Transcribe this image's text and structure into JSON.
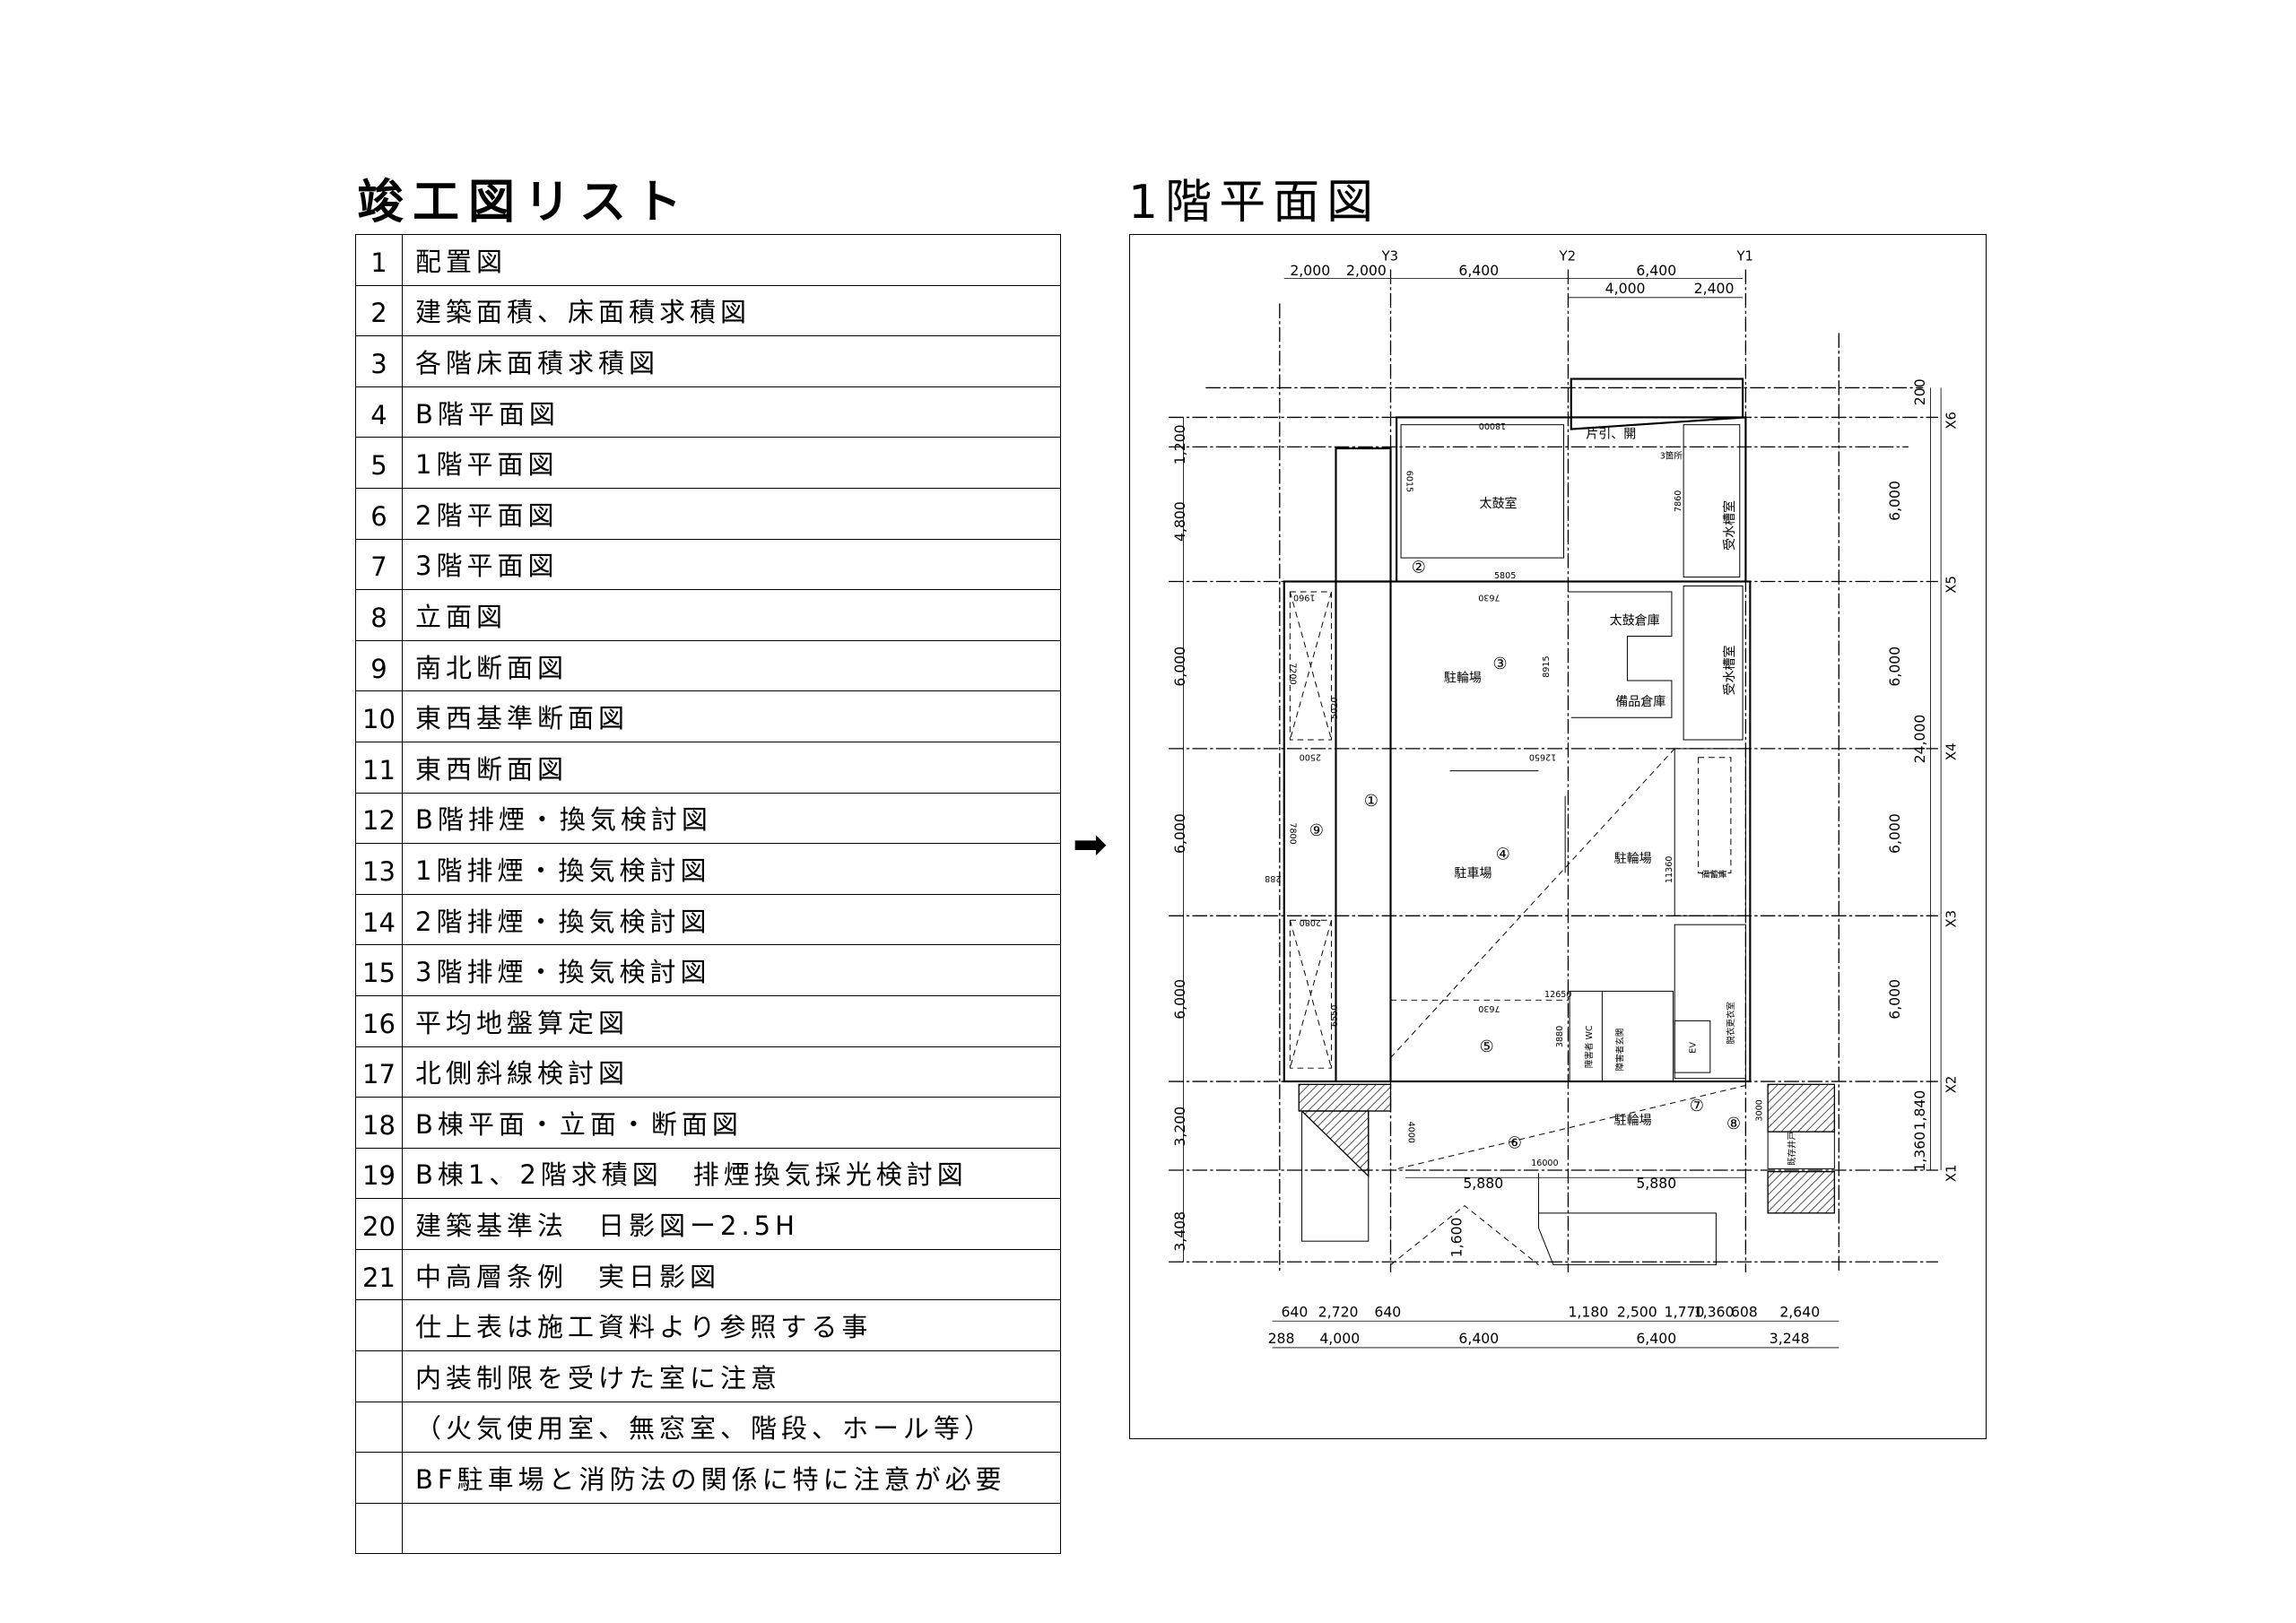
{
  "list": {
    "title": "竣工図リスト",
    "rows": [
      {
        "no": "1",
        "name": "配置図"
      },
      {
        "no": "2",
        "name": "建築面積、床面積求積図"
      },
      {
        "no": "3",
        "name": "各階床面積求積図"
      },
      {
        "no": "4",
        "name": "B階平面図"
      },
      {
        "no": "5",
        "name": "1階平面図"
      },
      {
        "no": "6",
        "name": "2階平面図"
      },
      {
        "no": "7",
        "name": "3階平面図"
      },
      {
        "no": "8",
        "name": "立面図"
      },
      {
        "no": "9",
        "name": "南北断面図"
      },
      {
        "no": "10",
        "name": "東西基準断面図"
      },
      {
        "no": "11",
        "name": "東西断面図"
      },
      {
        "no": "12",
        "name": "B階排煙・換気検討図"
      },
      {
        "no": "13",
        "name": "1階排煙・換気検討図"
      },
      {
        "no": "14",
        "name": "2階排煙・換気検討図"
      },
      {
        "no": "15",
        "name": "3階排煙・換気検討図"
      },
      {
        "no": "16",
        "name": "平均地盤算定図"
      },
      {
        "no": "17",
        "name": "北側斜線検討図"
      },
      {
        "no": "18",
        "name": "B棟平面・立面・断面図"
      },
      {
        "no": "19",
        "name": "B棟1、2階求積図　排煙換気採光検討図"
      },
      {
        "no": "20",
        "name": "建築基準法　日影図ー2.5H"
      },
      {
        "no": "21",
        "name": "中高層条例　実日影図"
      },
      {
        "no": "",
        "name": "仕上表は施工資料より参照する事"
      },
      {
        "no": "",
        "name": "内装制限を受けた室に注意"
      },
      {
        "no": "",
        "name": "（火気使用室、無窓室、階段、ホール等）"
      },
      {
        "no": "",
        "name": "BF駐車場と消防法の関係に特に注意が必要"
      },
      {
        "no": "",
        "name": ""
      }
    ]
  },
  "arrow_icon": "right-arrow-icon",
  "plan": {
    "title": "1階平面図",
    "grid": {
      "y3": "Y3",
      "y2": "Y2",
      "y1": "Y1",
      "x6": "X6",
      "x5": "X5",
      "x4": "X4",
      "x3": "X3",
      "x2": "X2",
      "x1": "X1"
    },
    "dims_top": [
      "2,000",
      "2,000",
      "6,400",
      "6,400",
      "4,000",
      "2,400"
    ],
    "dims_left": [
      "1,200",
      "4,800",
      "6,000",
      "6,000",
      "6,000",
      "3,200",
      "3,408"
    ],
    "dims_right": [
      "200",
      "6,000",
      "6,000",
      "24,000",
      "6,000",
      "6,000",
      "1,840",
      "1,360"
    ],
    "dims_bottom1": [
      "640",
      "2,720",
      "640",
      "1,180",
      "2,500",
      "1,770",
      "1,360",
      "608",
      "2,640"
    ],
    "dims_bottom2": [
      "288",
      "4,000",
      "6,400",
      "6,400",
      "3,248"
    ],
    "dims_inner": [
      "5,880",
      "5,880",
      "1,600"
    ],
    "rooms": {
      "taiko_room": "太鼓室",
      "sliding_door": "片引、開",
      "three_places": "3箇所",
      "water_tank_1": "受水槽室",
      "water_tank_2": "受水槽室",
      "taiko_storage": "太鼓倉庫",
      "bicycle_1": "駐輪場",
      "equipment_storage": "備品倉庫",
      "parking": "駐車場",
      "bicycle_2": "駐輪場",
      "stockpile": "備蓄庫",
      "bicycle_3": "駐輪場",
      "accessible_wc": "障害者 WC",
      "accessible_entrance": "障害者玄関",
      "elevator": "EV",
      "changing_room": "脱衣更衣室",
      "existing_well": "既存井戸"
    },
    "measurements": [
      "18000",
      "6015",
      "7860",
      "5805",
      "7630",
      "1960",
      "7200",
      "5020",
      "8915",
      "2500",
      "12650",
      "7800",
      "11360",
      "288",
      "2080",
      "6550",
      "12650",
      "7630",
      "3880",
      "4000",
      "16000",
      "3000"
    ],
    "markers": [
      "①",
      "②",
      "③",
      "④",
      "⑤",
      "⑥",
      "⑦",
      "⑧",
      "⑨"
    ]
  }
}
